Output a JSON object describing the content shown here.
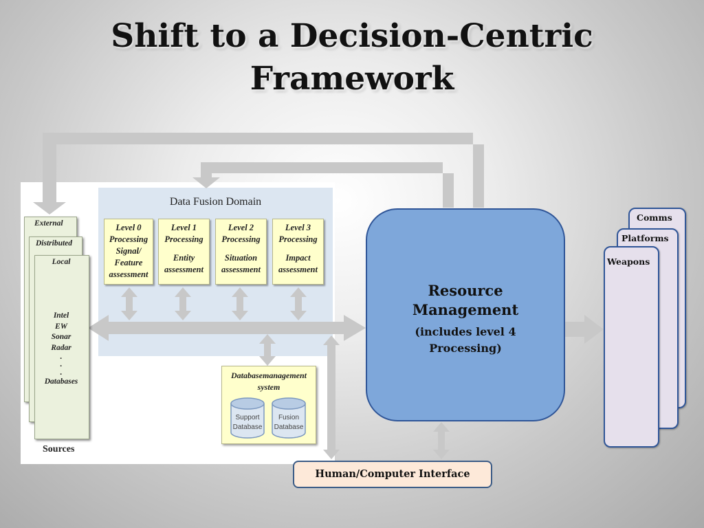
{
  "title_line1": "Shift to a Decision-Centric",
  "title_line2": "Framework",
  "data_fusion": {
    "label": "Data Fusion Domain",
    "levels": [
      {
        "name": "Level 0",
        "lines": [
          "Processing",
          "Signal/",
          "Feature",
          "assessment"
        ]
      },
      {
        "name": "Level 1",
        "lines": [
          "Processing",
          "",
          "Entity",
          "assessment"
        ]
      },
      {
        "name": "Level 2",
        "lines": [
          "Processing",
          "",
          "Situation",
          "assessment"
        ]
      },
      {
        "name": "Level 3",
        "lines": [
          "Processing",
          "",
          "Impact",
          "assessment"
        ]
      }
    ]
  },
  "sources": {
    "cards": [
      "External",
      "Distributed",
      "Local"
    ],
    "items": [
      "Intel",
      "EW",
      "Sonar",
      "Radar",
      ".",
      ".",
      ".",
      "Databases"
    ],
    "label": "Sources"
  },
  "database": {
    "title_line1": "Databasemanagement",
    "title_line2": "system",
    "support_line1": "Support",
    "support_line2": "Database",
    "fusion_line1": "Fusion",
    "fusion_line2": "Database"
  },
  "resource_management": {
    "line1": "Resource",
    "line2": "Management",
    "line3": "(includes level 4",
    "line4": "Processing)"
  },
  "hci": "Human/Computer Interface",
  "outputs": [
    "Comms",
    "Platforms",
    "Weapons"
  ],
  "colors": {
    "arrow": "#c8c8c8",
    "fusion_domain_bg": "#dce6f1",
    "level_box_bg": "#ffffcc",
    "source_card_bg": "#ebf1dd",
    "resource_mgmt_bg": "#7ea7da",
    "border_blue": "#2f5597",
    "hci_bg": "#fde9d9",
    "output_card_bg": "#e6e0ec"
  }
}
